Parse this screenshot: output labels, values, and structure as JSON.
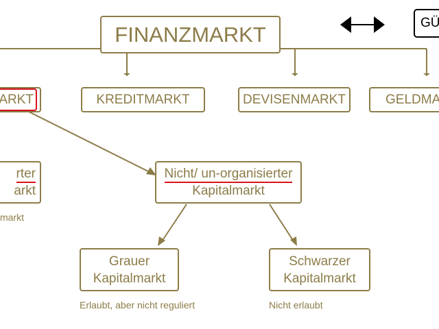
{
  "colors": {
    "accent": "#8c7c48",
    "highlight": "#d8121b",
    "black": "#000000"
  },
  "top": {
    "title": "FINANZMARKT"
  },
  "row1": {
    "left_partial": "ARKT",
    "kredit": "KREDITMARKT",
    "devisen": "DEVISENMARKT",
    "geld_partial": "GELDMA"
  },
  "left_partial_box": {
    "line1": "rter",
    "line2": "arkt",
    "note": "markt"
  },
  "nicht_org": {
    "line1": "Nicht/ un-organisierter",
    "line2": "Kapitalmarkt"
  },
  "grauer": {
    "line1": "Grauer",
    "line2": "Kapitalmarkt",
    "note": "Erlaubt, aber nicht reguliert"
  },
  "schwarzer": {
    "line1": "Schwarzer",
    "line2": "Kapitalmarkt",
    "note": "Nicht erlaubt"
  },
  "corner_button": {
    "label": "GÜ"
  },
  "icons": {
    "double_arrow": "double-headed-arrow"
  }
}
